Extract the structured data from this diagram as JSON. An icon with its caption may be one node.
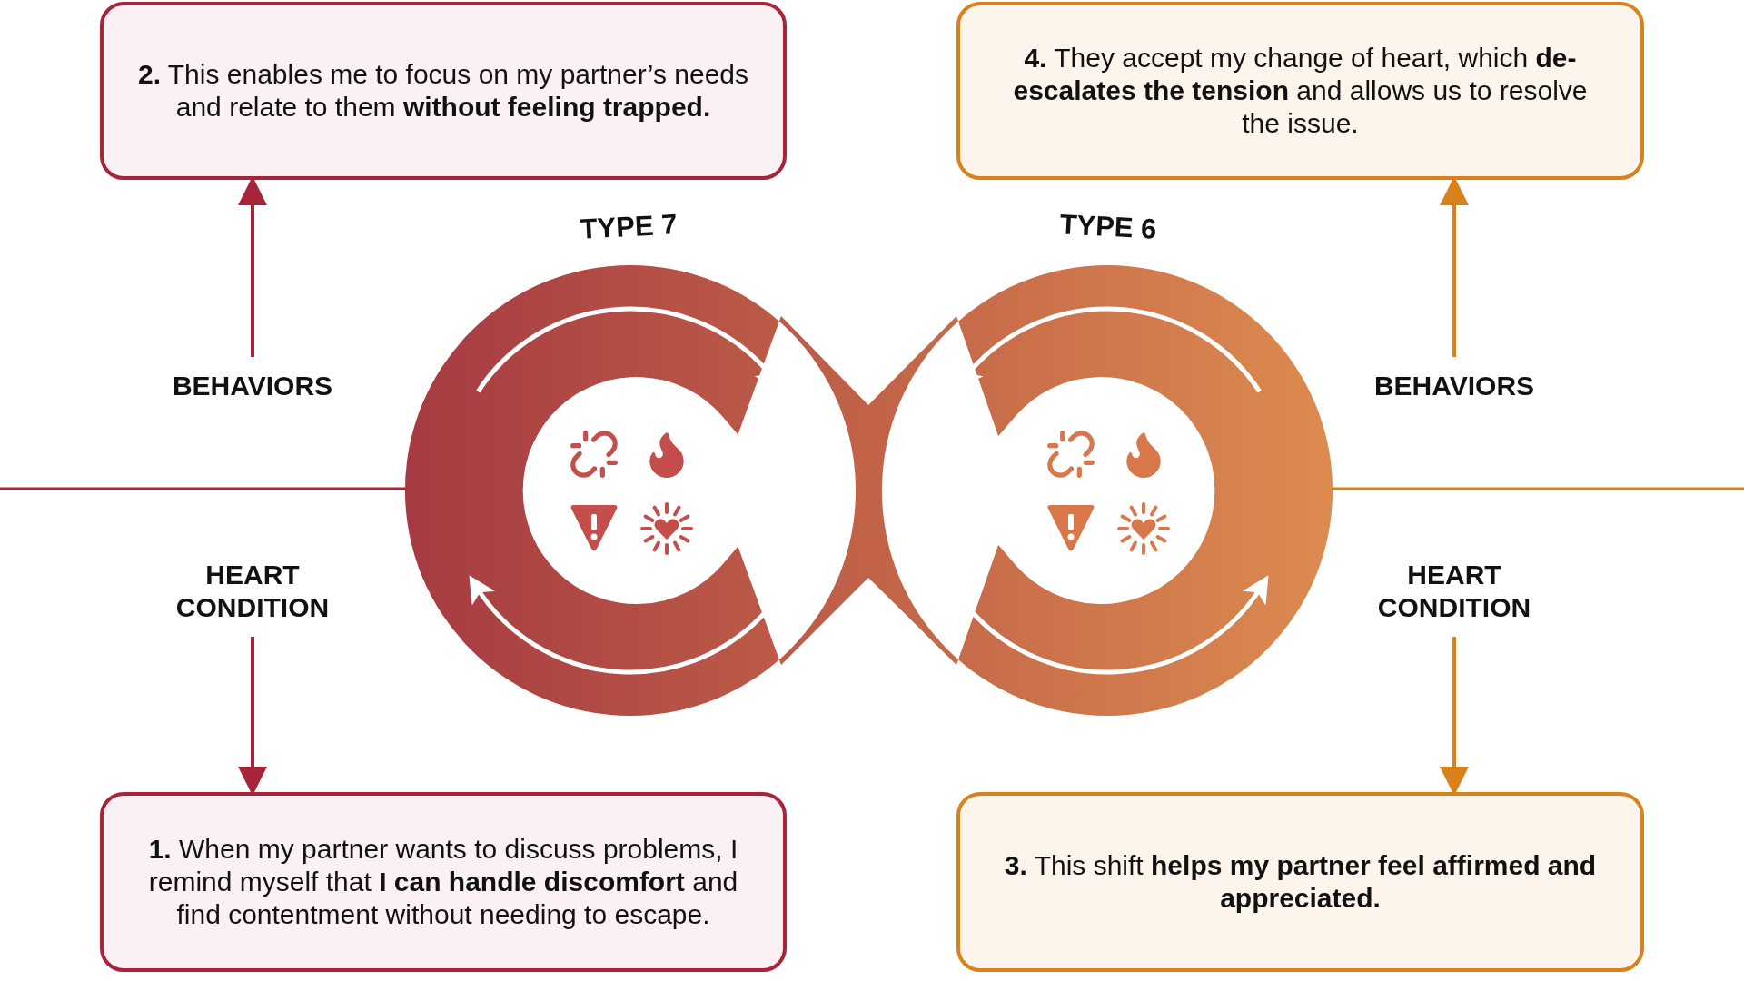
{
  "diagram": {
    "nodes": [
      {
        "text": [
          "**2.** This enables me to focus on my partner’s needs and relate to them **without feeling trapped.**"
        ]
      },
      {
        "text": [
          "**4.** They accept my change of heart, which **de-escalates the tension** and allows us to resolve the issue."
        ]
      },
      {
        "text": [
          "BEHAVIORS"
        ]
      },
      {
        "text": [
          "BEHAVIORS"
        ]
      },
      {
        "text": [
          "HEART CONDITION"
        ]
      },
      {
        "text": [
          "HEART CONDITION"
        ]
      },
      {
        "text": [
          "**1.** When my partner wants to discuss problems, I remind myself that **I can handle discomfort** and find contentment without needing to escape."
        ]
      },
      {
        "text": [
          "**3.** This shift **helps my partner feel affirmed and appreciated.**"
        ]
      }
    ],
    "edges": [
      {
        "from": 2,
        "to": 0,
        "arrow": "to",
        "color": "#a8243a"
      },
      {
        "from": 3,
        "to": 1,
        "arrow": "to",
        "color": "#d9811a"
      },
      {
        "from": 4,
        "to": 6,
        "arrow": "to",
        "color": "#a8243a"
      },
      {
        "from": 5,
        "to": 7,
        "arrow": "to",
        "color": "#d9811a"
      }
    ],
    "labels": [
      "TYPE 7",
      "TYPE 6"
    ]
  }
}
